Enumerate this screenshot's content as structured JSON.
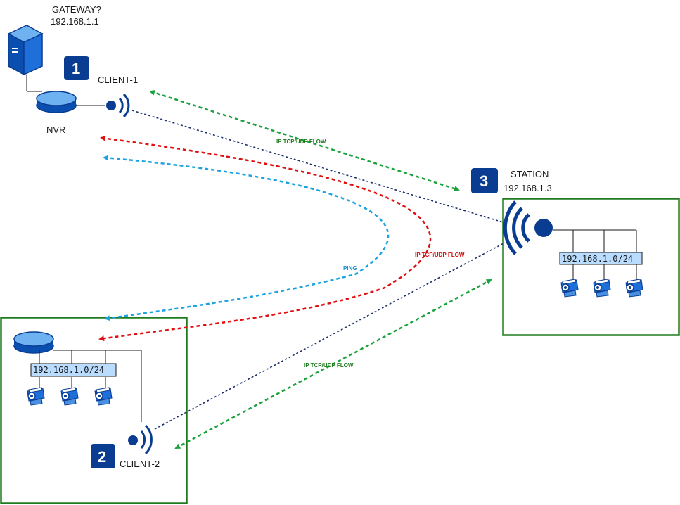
{
  "gateway": {
    "title": "GATEWAY?",
    "ip": "192.168.1.1"
  },
  "nvr": {
    "label": "NVR"
  },
  "client1": {
    "badge": "1",
    "label": "CLIENT-1"
  },
  "station": {
    "badge": "3",
    "label": "STATION",
    "ip": "192.168.1.3",
    "subnet": "192.168.1.0/24"
  },
  "client2": {
    "badge": "2",
    "label": "CLIENT-2",
    "subnet": "192.168.1.0/24"
  },
  "flows": {
    "client1_station": "IP TCP/UDP FLOW",
    "station_nvr": "IP TCP/UDP FLOW",
    "ping": "PING",
    "client2_station": "IP TCP/UDP FLOW"
  },
  "colors": {
    "brand_blue": "#0a3d91",
    "device_blue": "#1e6fd9",
    "border_green": "#1f7a1f",
    "flow_green": "#1aa33c",
    "flow_red": "#e01010",
    "flow_cyan": "#1aa3e0",
    "link_navy": "#1b2f6b",
    "subnet_fill": "#b9dcff"
  }
}
